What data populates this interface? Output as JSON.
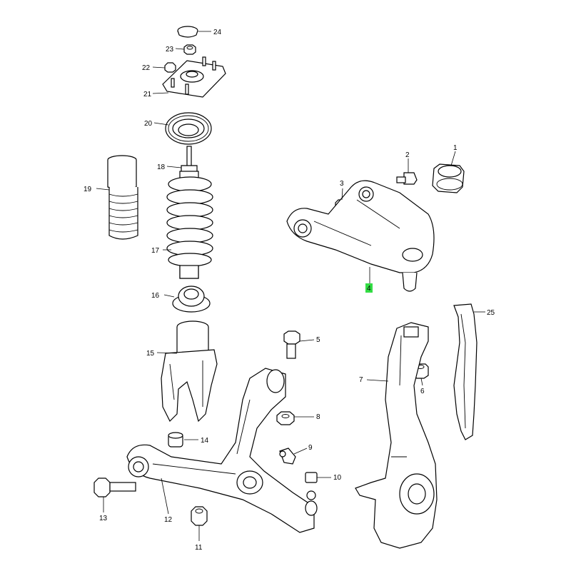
{
  "diagram": {
    "callouts": [
      {
        "id": "c1",
        "label": "1",
        "highlighted": false
      },
      {
        "id": "c2",
        "label": "2",
        "highlighted": false
      },
      {
        "id": "c3",
        "label": "3",
        "highlighted": false
      },
      {
        "id": "c4",
        "label": "4",
        "highlighted": true
      },
      {
        "id": "c5",
        "label": "5",
        "highlighted": false
      },
      {
        "id": "c6",
        "label": "6",
        "highlighted": false
      },
      {
        "id": "c7",
        "label": "7",
        "highlighted": false
      },
      {
        "id": "c8",
        "label": "8",
        "highlighted": false
      },
      {
        "id": "c9",
        "label": "9",
        "highlighted": false
      },
      {
        "id": "c10",
        "label": "10",
        "highlighted": false
      },
      {
        "id": "c11",
        "label": "11",
        "highlighted": false
      },
      {
        "id": "c12",
        "label": "12",
        "highlighted": false
      },
      {
        "id": "c13",
        "label": "13",
        "highlighted": false
      },
      {
        "id": "c14",
        "label": "14",
        "highlighted": false
      },
      {
        "id": "c15",
        "label": "15",
        "highlighted": false
      },
      {
        "id": "c16",
        "label": "16",
        "highlighted": false
      },
      {
        "id": "c17",
        "label": "17",
        "highlighted": false
      },
      {
        "id": "c18",
        "label": "18",
        "highlighted": false
      },
      {
        "id": "c19",
        "label": "19",
        "highlighted": false
      },
      {
        "id": "c20",
        "label": "20",
        "highlighted": false
      },
      {
        "id": "c21",
        "label": "21",
        "highlighted": false
      },
      {
        "id": "c22",
        "label": "22",
        "highlighted": false
      },
      {
        "id": "c23",
        "label": "23",
        "highlighted": false
      },
      {
        "id": "c24",
        "label": "24",
        "highlighted": false
      },
      {
        "id": "c25",
        "label": "25",
        "highlighted": false
      }
    ],
    "highlight_color": "#33dd44",
    "line_color": "#000000"
  }
}
